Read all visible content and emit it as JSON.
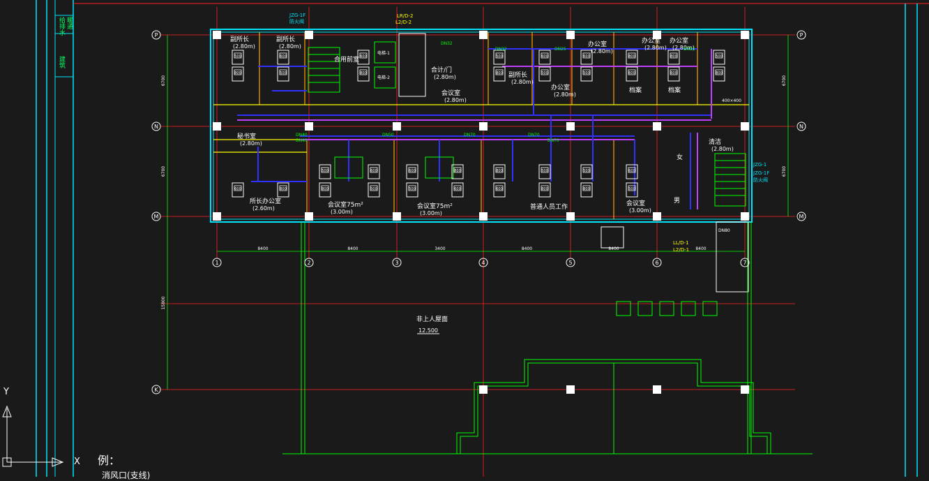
{
  "app": "CAD drawing viewer",
  "sheet": {
    "side_labels": [
      "给排水",
      "暖通",
      "建筑"
    ],
    "legend_title": "例：",
    "legend_line2": "消风口(支线)",
    "ucs": {
      "x": "X",
      "y": "Y"
    }
  },
  "grid": {
    "cols": [
      {
        "id": "1",
        "label": "①"
      },
      {
        "id": "2",
        "label": "②"
      },
      {
        "id": "3",
        "label": "③"
      },
      {
        "id": "4",
        "label": "④"
      },
      {
        "id": "5",
        "label": "⑤"
      },
      {
        "id": "6",
        "label": "⑥"
      },
      {
        "id": "7",
        "label": "⑦"
      }
    ],
    "rows": [
      {
        "id": "P",
        "label": "P"
      },
      {
        "id": "N",
        "label": "N"
      },
      {
        "id": "M",
        "label": "M"
      },
      {
        "id": "K",
        "label": "K"
      }
    ],
    "col_dims": [
      "8400",
      "8400",
      "3400",
      "8400",
      "8400",
      "8400"
    ],
    "row_dims": [
      "6700",
      "6700",
      "15800"
    ]
  },
  "rooms": [
    {
      "name": "副所长",
      "height": "(2.80m)"
    },
    {
      "name": "副所长",
      "height": "(2.80m)"
    },
    {
      "name": "合用前室",
      "height": ""
    },
    {
      "name": "合计/门",
      "height": "(2.80m)"
    },
    {
      "name": "副所长",
      "height": "(2.80m)"
    },
    {
      "name": "办公室",
      "height": "(2.80m)"
    },
    {
      "name": "办公室",
      "height": "(2.80m)"
    },
    {
      "name": "办公室",
      "height": "(2.80m)"
    },
    {
      "name": "办公室",
      "height": "(2.80m)"
    },
    {
      "name": "档案",
      "height": ""
    },
    {
      "name": "档案",
      "height": ""
    },
    {
      "name": "会议室",
      "height": "(2.80m)"
    },
    {
      "name": "秘书室",
      "height": "(2.80m)"
    },
    {
      "name": "所长办公室",
      "height": "(2.60m)"
    },
    {
      "name": "会议室75m²",
      "height": "(3.00m)"
    },
    {
      "name": "会议室75m²",
      "height": "(3.00m)"
    },
    {
      "name": "普通人员工作",
      "height": ""
    },
    {
      "name": "会议室",
      "height": "(3.00m)"
    },
    {
      "name": "女",
      "height": ""
    },
    {
      "name": "男",
      "height": ""
    },
    {
      "name": "清洁",
      "height": "(2.80m)"
    }
  ],
  "annotations": {
    "roof_label": "非上人屋面",
    "roof_elev": "12.500",
    "riser_top": "LR/D-2",
    "riser_top2": "L2/D-2",
    "riser_bottom": "LL/D-1",
    "riser_bottom2": "L2/D-1",
    "fire_top": "JZG-1F",
    "fire_top2": "防火阀",
    "fire_right": "JZG-1",
    "fire_right2": "JZG-1F",
    "fire_right3": "防火阀",
    "elev_1": "电梯-1",
    "elev_2": "电梯-2",
    "pipe_dn32": "DN32",
    "pipe_dn25": "DN25",
    "pipe_dn40": "DN40",
    "pipe_dn50": "DN50",
    "pipe_dn70": "DN70",
    "pipe_dn80": "DN80",
    "fcu_size": "500",
    "fcu_size2": "600",
    "fcu_size3": "800",
    "duct_size": "400×400"
  },
  "colors": {
    "background": "#1a1a1a",
    "grid_red": "#ff2020",
    "wall_cyan": "#00e5ff",
    "dim_green": "#00ff00",
    "pipe_blue": "#3030ff",
    "pipe_magenta": "#c040ff",
    "room_yellow": "#ffff00",
    "text_white": "#ffffff",
    "partition_orange": "#ffa500"
  }
}
